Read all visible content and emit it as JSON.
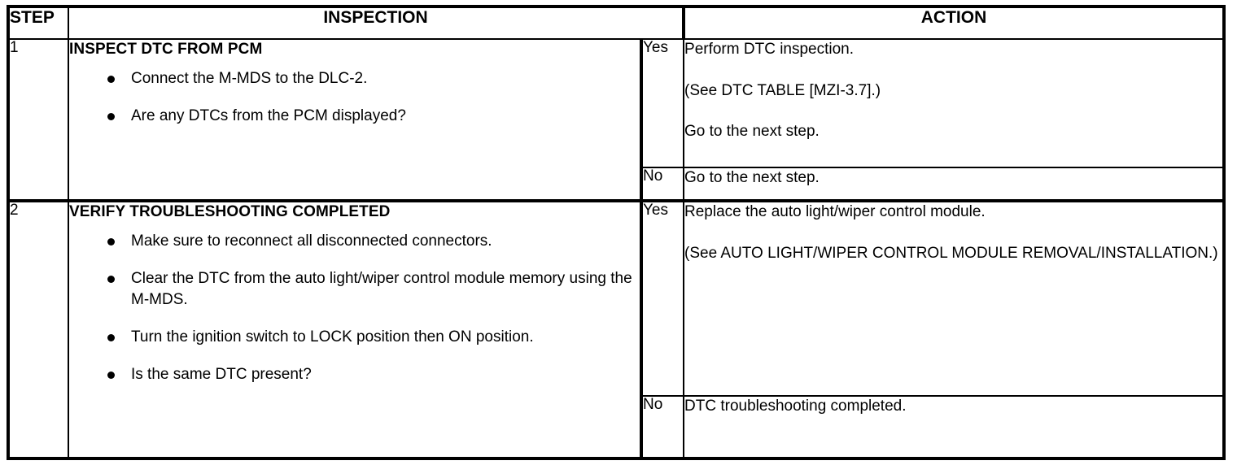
{
  "document": {
    "type": "troubleshooting-table",
    "headers": {
      "step": "STEP",
      "inspection": "INSPECTION",
      "action": "ACTION"
    }
  },
  "steps": [
    {
      "number": "1",
      "title": "INSPECT DTC FROM PCM",
      "bullets": [
        "Connect the M-MDS to the DLC-2.",
        "Are any DTCs from the PCM displayed?"
      ],
      "yes": {
        "label": "Yes",
        "lines": [
          "Perform DTC inspection.",
          "(See DTC TABLE [MZI-3.7].)",
          "Go to the next step."
        ]
      },
      "no": {
        "label": "No",
        "lines": [
          "Go to the next step."
        ]
      }
    },
    {
      "number": "2",
      "title": "VERIFY TROUBLESHOOTING COMPLETED",
      "bullets": [
        "Make sure to reconnect all disconnected connectors.",
        "Clear the DTC from the auto light/wiper control module memory using the M-MDS.",
        "Turn the ignition switch to LOCK position then ON position.",
        "Is the same DTC present?"
      ],
      "yes": {
        "label": "Yes",
        "lines": [
          "Replace the auto light/wiper control module.",
          "(See AUTO LIGHT/WIPER CONTROL MODULE REMOVAL/INSTALLATION.)"
        ]
      },
      "no": {
        "label": "No",
        "lines": [
          "DTC troubleshooting completed."
        ]
      }
    }
  ],
  "colors": {
    "ink": "#000000",
    "paper": "#ffffff"
  }
}
